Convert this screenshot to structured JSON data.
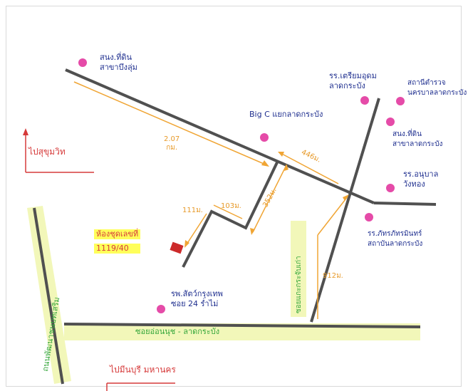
{
  "labels": {
    "place_top_left": [
      "สนง.ที่ดิน",
      "สาขาบึงลุ่ม"
    ],
    "place_top_mid": [
      "รร.เตรียมอุดม",
      "ลาดกระบัง"
    ],
    "place_top_right": [
      "สถานีตำรวจ",
      "นครบาลลาดกระบัง"
    ],
    "place_right_mid": [
      "สนง.ที่ดิน",
      "สาขาลาดกระบัง"
    ],
    "place_right_low": [
      "รร.อนุบาล",
      "วังทอง"
    ],
    "place_bottom_right": [
      "รร.ภัทรภัทรมินทร์",
      "สถาบันลาดกระบัง"
    ],
    "big_c": "Big C แยกลาดกระบัง",
    "hospital": [
      "รพ.สัตว์กรุงเทพ",
      "ซอย 24 ร่ำไม่"
    ],
    "dist_207": [
      "2.07",
      "กม."
    ],
    "dist_446": "446ม.",
    "dist_352": "352ม.",
    "dist_103": "103ม.",
    "dist_111": "111ม.",
    "dist_912": "912ม.",
    "north_hint": "ไปสุขุมวิท",
    "south_hint": "ไปมีนบุรี มหานคร",
    "destination": [
      "ห้องชุดเลขที่",
      "1119/40"
    ],
    "road_bottom": "ซอยอ่อนนุช - ลาดกระบัง",
    "road_left": "ถนนพัฒนาชนบทเสริม",
    "road_right": "ซอยแกะกระจับเก่า"
  },
  "colors": {
    "road": "#505050",
    "route": "#f0a534",
    "poi": "#e54ba8",
    "highlight": "#ffff5a",
    "road_label_fill": "#f2f7b9",
    "destination_marker": "#cc2a2a",
    "text_blue": "#1f2f8f",
    "text_red": "#d63a3a",
    "text_green": "#34a63a"
  }
}
